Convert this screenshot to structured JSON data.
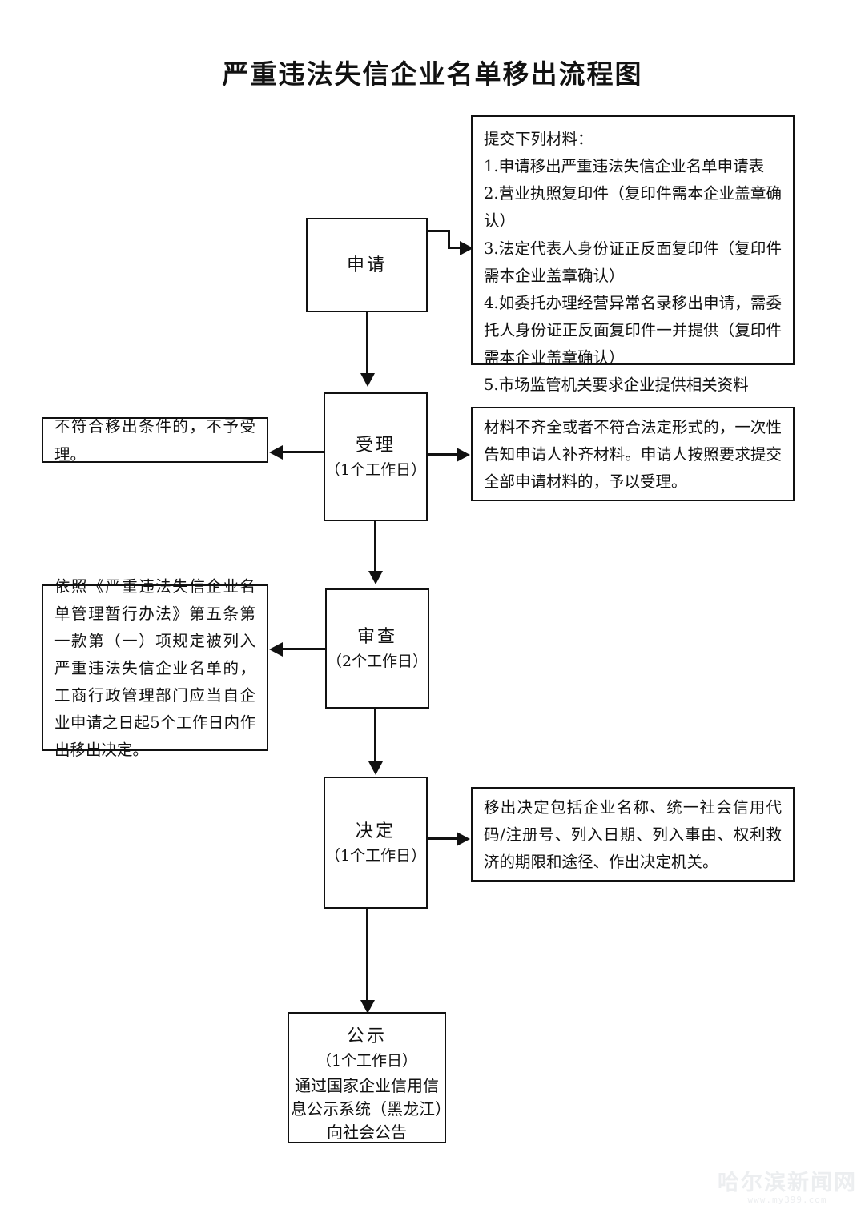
{
  "document": {
    "title": "严重违法失信企业名单移出流程图"
  },
  "nodes": {
    "apply": {
      "name": "申请"
    },
    "accept": {
      "name": "受理",
      "duration": "（1个工作日）"
    },
    "review": {
      "name": "审查",
      "duration": "（2个工作日）"
    },
    "decide": {
      "name": "决定",
      "duration": "（1个工作日）"
    },
    "publicize": {
      "name": "公示",
      "duration": "（1个工作日）",
      "detail": "通过国家企业信用信息公示系统（黑龙江）向社会公告"
    }
  },
  "notes": {
    "materials": {
      "heading": "提交下列材料：",
      "items": [
        "1.申请移出严重违法失信企业名单申请表",
        "2.营业执照复印件（复印件需本企业盖章确认）",
        "3.法定代表人身份证正反面复印件（复印件需本企业盖章确认）",
        "4.如委托办理经营异常名录移出申请，需委托人身份证正反面复印件一并提供（复印件需本企业盖章确认）",
        "5.市场监管机关要求企业提供相关资料"
      ]
    },
    "reject": {
      "text": "不符合移出条件的，不予受理。"
    },
    "supplement": {
      "text": "材料不齐全或者不符合法定形式的，一次性告知申请人补齐材料。申请人按照要求提交全部申请材料的，予以受理。"
    },
    "legal_basis": {
      "text": "依照《严重违法失信企业名单管理暂行办法》第五条第一款第（一）项规定被列入严重违法失信企业名单的，工商行政管理部门应当自企业申请之日起5个工作日内作出移出决定。"
    },
    "decision_content": {
      "text": "移出决定包括企业名称、统一社会信用代码/注册号、列入日期、列入事由、权利救济的期限和途径、作出决定机关。"
    }
  },
  "watermark": {
    "site": "哈尔滨新闻网",
    "url": "www.my399.com"
  },
  "colors": {
    "ink": "#111111",
    "paper": "#ffffff",
    "watermark": "#eceef0"
  }
}
